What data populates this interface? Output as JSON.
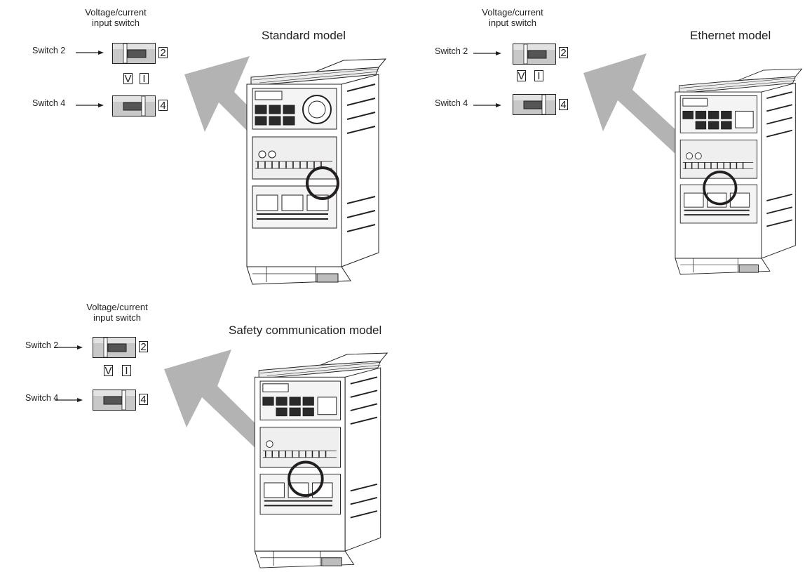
{
  "colors": {
    "arrow": "#b3b3b3",
    "ink": "#231f20",
    "switch_body": "#c8c8c8",
    "switch_slot": "#555555"
  },
  "panels": [
    {
      "title": "Standard model",
      "switch_header": "Voltage/current input switch",
      "switch_header_line1": "Voltage/current",
      "switch_header_line2": "input switch",
      "switch_2_label": "Switch 2",
      "switch_4_label": "Switch 4",
      "switch_2_number": "2",
      "switch_4_number": "4",
      "v_label": "V",
      "i_label": "I",
      "has_dial": true
    },
    {
      "title": "Ethernet model",
      "switch_header": "Voltage/current input switch",
      "switch_header_line1": "Voltage/current",
      "switch_header_line2": "input switch",
      "switch_2_label": "Switch 2",
      "switch_4_label": "Switch 4",
      "switch_2_number": "2",
      "switch_4_number": "4",
      "v_label": "V",
      "i_label": "I",
      "has_dial": false
    },
    {
      "title": "Safety communication model",
      "switch_header": "Voltage/current input switch",
      "switch_header_line1": "Voltage/current",
      "switch_header_line2": "input switch",
      "switch_2_label": "Switch 2",
      "switch_4_label": "Switch 4",
      "switch_2_number": "2",
      "switch_4_number": "4",
      "v_label": "V",
      "i_label": "I",
      "has_dial": false
    }
  ]
}
